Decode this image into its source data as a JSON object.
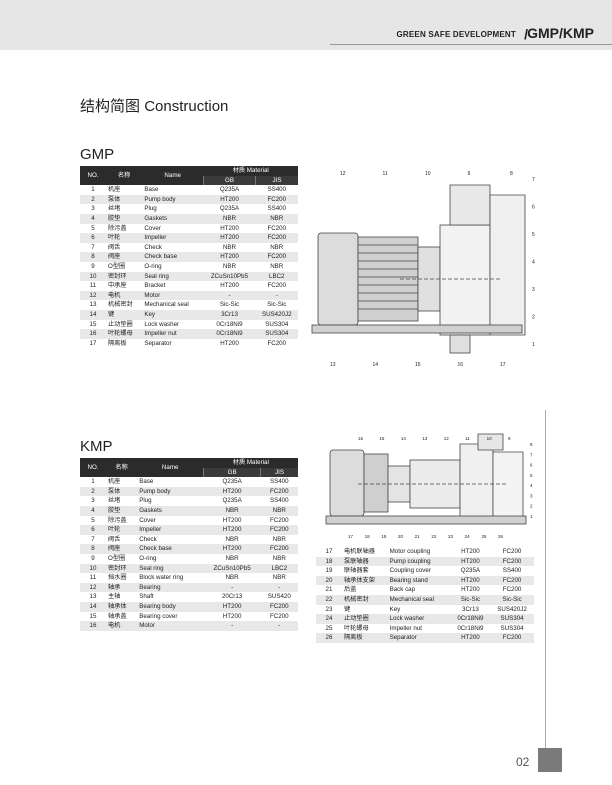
{
  "header": {
    "tagline": "GREEN SAFE DEVELOPMENT",
    "slash": "/",
    "brand": "GMP/KMP"
  },
  "title": {
    "cn": "结构简图",
    "en": "Construction"
  },
  "gmp": {
    "label": "GMP",
    "headers": {
      "no": "NO.",
      "cn": "名称",
      "name": "Name",
      "material": "材质 Material",
      "gb": "GB",
      "jis": "JIS"
    },
    "rows": [
      [
        "1",
        "机座",
        "Base",
        "Q235A",
        "SS400"
      ],
      [
        "2",
        "泵体",
        "Pump body",
        "HT200",
        "FC200"
      ],
      [
        "3",
        "丝堵",
        "Plug",
        "Q235A",
        "SS400"
      ],
      [
        "4",
        "胶垫",
        "Gaskets",
        "NBR",
        "NBR"
      ],
      [
        "5",
        "除污盖",
        "Cover",
        "HT200",
        "FC200"
      ],
      [
        "6",
        "叶轮",
        "Impeller",
        "HT200",
        "FC200"
      ],
      [
        "7",
        "阀舌",
        "Check",
        "NBR",
        "NBR"
      ],
      [
        "8",
        "阀座",
        "Check base",
        "HT200",
        "FC200"
      ],
      [
        "9",
        "O型圈",
        "O-ring",
        "NBR",
        "NBR"
      ],
      [
        "10",
        "密封环",
        "Seal ring",
        "ZCuSn10Pb5",
        "LBC2"
      ],
      [
        "11",
        "中承座",
        "Bracket",
        "HT200",
        "FC200"
      ],
      [
        "12",
        "电机",
        "Motor",
        "-",
        "-"
      ],
      [
        "13",
        "机械密封",
        "Mechanical seal",
        "Sic-Sic",
        "Sic-Sic"
      ],
      [
        "14",
        "键",
        "Key",
        "3Cr13",
        "SUS420J2"
      ],
      [
        "15",
        "止动垫圈",
        "Lock washer",
        "0Cr18Ni9",
        "SUS304"
      ],
      [
        "16",
        "叶轮螺母",
        "Impeller nut",
        "0Cr18Ni9",
        "SUS304"
      ],
      [
        "17",
        "隔离板",
        "Separator",
        "HT200",
        "FC200"
      ]
    ],
    "drawing_numbers_top": [
      "12",
      "11",
      "10",
      "9",
      "8"
    ],
    "drawing_numbers_right": [
      "7",
      "6",
      "5",
      "4",
      "3",
      "2",
      "1"
    ],
    "drawing_numbers_bottom": [
      "13",
      "14",
      "15",
      "16",
      "17"
    ]
  },
  "kmp": {
    "label": "KMP",
    "headers": {
      "no": "NO.",
      "cn": "名称",
      "name": "Name",
      "material": "材质 Material",
      "gb": "GB",
      "jis": "JIS"
    },
    "rows": [
      [
        "1",
        "机座",
        "Base",
        "Q235A",
        "SS400"
      ],
      [
        "2",
        "泵体",
        "Pump body",
        "HT200",
        "FC200"
      ],
      [
        "3",
        "丝堵",
        "Plug",
        "Q235A",
        "SS400"
      ],
      [
        "4",
        "胶垫",
        "Gaskets",
        "NBR",
        "NBR"
      ],
      [
        "5",
        "除污盖",
        "Cover",
        "HT200",
        "FC200"
      ],
      [
        "6",
        "叶轮",
        "Impeller",
        "HT200",
        "FC200"
      ],
      [
        "7",
        "阀舌",
        "Check",
        "NBR",
        "NBR"
      ],
      [
        "8",
        "阀座",
        "Check base",
        "HT200",
        "FC200"
      ],
      [
        "9",
        "O型圈",
        "O-ring",
        "NBR",
        "NBR"
      ],
      [
        "10",
        "密封环",
        "Seal ring",
        "ZCuSn10Pb5",
        "LBC2"
      ],
      [
        "11",
        "挡水圈",
        "Block water ring",
        "NBR",
        "NBR"
      ],
      [
        "12",
        "轴承",
        "Bearing",
        "-",
        "-"
      ],
      [
        "13",
        "主轴",
        "Shaft",
        "20Cr13",
        "SUS420"
      ],
      [
        "14",
        "轴承体",
        "Bearing body",
        "HT200",
        "FC200"
      ],
      [
        "15",
        "轴承盖",
        "Bearing cover",
        "HT200",
        "FC200"
      ],
      [
        "16",
        "电机",
        "Motor",
        "-",
        "-"
      ]
    ],
    "rows2": [
      [
        "17",
        "电机联轴器",
        "Motor coupling",
        "HT200",
        "FC200"
      ],
      [
        "18",
        "泵联轴器",
        "Pump coupling",
        "HT200",
        "FC200"
      ],
      [
        "19",
        "联轴器套",
        "Coupling cover",
        "Q235A",
        "SS400"
      ],
      [
        "20",
        "轴承体支架",
        "Bearing stand",
        "HT200",
        "FC200"
      ],
      [
        "21",
        "后盖",
        "Back cap",
        "HT200",
        "FC200"
      ],
      [
        "22",
        "机械密封",
        "Mechanical seal",
        "Sic-Sic",
        "Sic-Sic"
      ],
      [
        "23",
        "键",
        "Key",
        "3Cr13",
        "SUS420J2"
      ],
      [
        "24",
        "止动垫圈",
        "Lock washer",
        "0Cr18Ni9",
        "SUS304"
      ],
      [
        "25",
        "叶轮螺母",
        "Impeller nut",
        "0Cr18Ni9",
        "SUS304"
      ],
      [
        "26",
        "隔离板",
        "Separator",
        "HT200",
        "FC200"
      ]
    ],
    "drawing_numbers_top": [
      "16",
      "15",
      "14",
      "13",
      "12",
      "11",
      "10",
      "9"
    ],
    "drawing_numbers_right": [
      "8",
      "7",
      "6",
      "5",
      "4",
      "3",
      "2",
      "1"
    ],
    "drawing_numbers_bottom": [
      "17",
      "18",
      "19",
      "20",
      "21",
      "22",
      "23",
      "24",
      "25",
      "26"
    ]
  },
  "footer": {
    "page": "02"
  }
}
